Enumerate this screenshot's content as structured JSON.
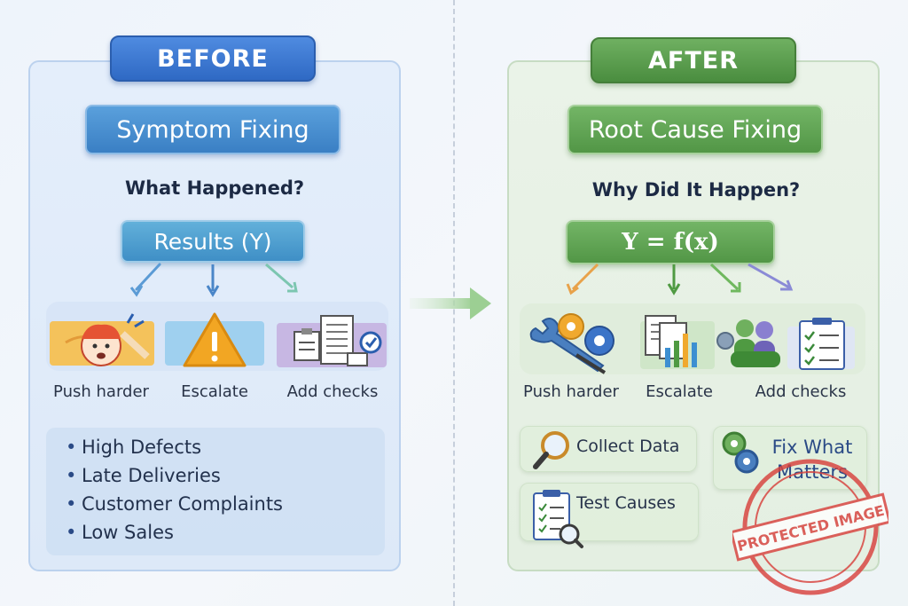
{
  "before": {
    "tag": "BEFORE",
    "title": "Symptom Fixing",
    "question": "What Happened?",
    "results": "Results (Y)",
    "actions": [
      "Push harder",
      "Escalate",
      "Add checks"
    ],
    "bullets": [
      "High Defects",
      "Late Deliveries",
      "Customer Complaints",
      "Low Sales"
    ],
    "colors": {
      "accent": "#2f69c4",
      "panel": "#e4eefb"
    }
  },
  "after": {
    "tag": "AFTER",
    "title": "Root Cause Fixing",
    "question": "Why Did It Happen?",
    "formula": "Y = f(x)",
    "actions": [
      "Push harder",
      "Escalate",
      "Add checks"
    ],
    "steps": [
      "Collect Data",
      "Fix What Matters",
      "Test Causes"
    ],
    "colors": {
      "accent": "#4a8d3f",
      "panel": "#eaf3e8"
    }
  },
  "watermark": {
    "text": "PROTECTED IMAGE",
    "color": "#d8413d"
  }
}
